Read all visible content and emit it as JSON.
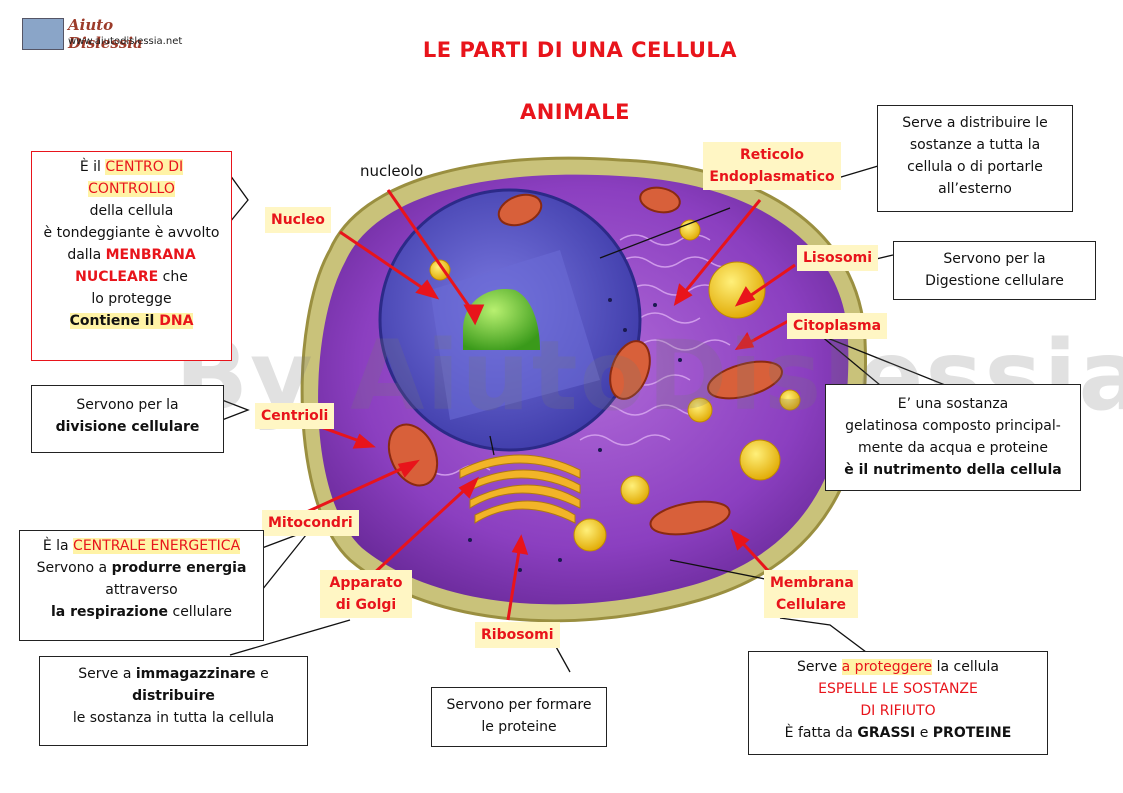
{
  "logo": {
    "name": "Aiuto Dislessia",
    "url": "www.aiutodislessia.net"
  },
  "title_line1": "LE PARTI DI UNA CELLULA",
  "title_line2": "ANIMALE",
  "watermark": "By AiutoDislessia.net",
  "cell_labels": {
    "nucleolo": "nucleolo",
    "nucleo": "Nucleo",
    "reticolo": [
      "Reticolo",
      "Endoplasmatico"
    ],
    "lisosomi": "Lisosomi",
    "citoplasma": "Citoplasma",
    "centrioli": "Centrioli",
    "mitocondri": "Mitocondri",
    "golgi": [
      "Apparato",
      "di Golgi"
    ],
    "ribosomi": "Ribosomi",
    "membrana": [
      "Membrana",
      "Cellulare"
    ]
  },
  "boxes": {
    "nucleo": {
      "l1_pre": "È il ",
      "l1_hl": "CENTRO DI",
      "l2_hl": "CONTROLLO",
      "l3": "della cellula",
      "l4": "è tondeggiante è avvolto",
      "l5_pre": "dalla ",
      "l5_r": "MENBRANA",
      "l6_r": "NUCLEARE",
      "l6_post": " che",
      "l7": "lo protegge",
      "l8_b": "Contiene il ",
      "l8_r": "DNA"
    },
    "reticolo": [
      "Serve a distribuire le",
      "sostanze  a tutta la",
      "cellula o di portarle",
      "all’esterno"
    ],
    "lisosomi": [
      "Servono per la",
      "Digestione cellulare"
    ],
    "citoplasma": {
      "l1": "E’ una sostanza",
      "l2": "gelatinosa  composto principal-",
      "l3": "mente da acqua e proteine",
      "l4_b": "è il nutrimento della cellula"
    },
    "centrioli": {
      "l1": "Servono per la",
      "l2_b": "divisione cellulare"
    },
    "mitocondri": {
      "l1_pre": "È la ",
      "l1_hl": "CENTRALE ENERGETICA",
      "l2_pre": "Servono a ",
      "l2_b": "produrre energia",
      "l3": "attraverso",
      "l4_b": "la respirazione",
      "l4_post": " cellulare"
    },
    "golgi": {
      "l1_pre": "Serve a ",
      "l1_b": "immagazzinare",
      "l1_post": " e",
      "l2_b": "distribuire",
      "l3": "le sostanza in tutta la cellula"
    },
    "ribosomi": [
      "Servono per formare",
      "le proteine"
    ],
    "membrana": {
      "l1_pre": "Serve ",
      "l1_r": "a proteggere",
      "l1_post": " la cellula",
      "l2_r": "ESPELLE LE SOSTANZE",
      "l3_r": "DI RIFIUTO",
      "l4_pre": "È fatta da ",
      "l4_b1": "GRASSI",
      "l4_mid": " e ",
      "l4_b2": "PROTEINE"
    }
  }
}
